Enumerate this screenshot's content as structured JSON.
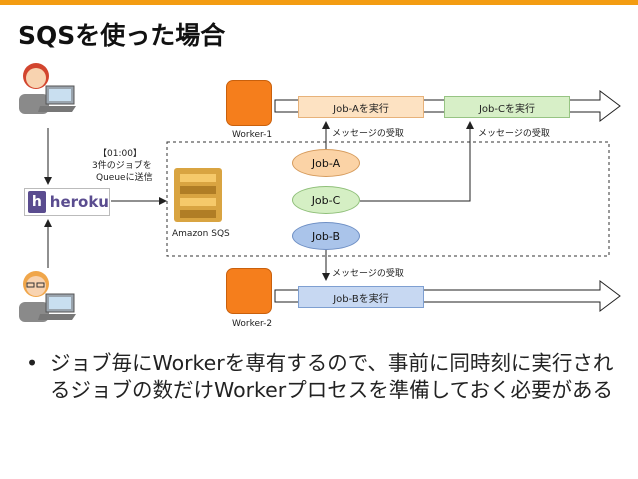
{
  "title": "SQSを使った場合",
  "heroku_label": "heroku",
  "sqs_label": "Amazon SQS",
  "send_note": {
    "line1": "【01:00】",
    "line2": "3件のジョブを",
    "line3": "Queueに送信"
  },
  "workers": [
    {
      "name": "Worker-1"
    },
    {
      "name": "Worker-2"
    }
  ],
  "tasks": {
    "job_a_exec": "Job-Aを実行",
    "job_c_exec": "Job-Cを実行",
    "job_b_exec": "Job-Bを実行"
  },
  "receive_labels": [
    "メッセージの受取",
    "メッセージの受取",
    "メッセージの受取"
  ],
  "queue_jobs": [
    {
      "label": "Job-A",
      "color": "#fbd3a6"
    },
    {
      "label": "Job-C",
      "color": "#d5efc4"
    },
    {
      "label": "Job-B",
      "color": "#aac4ea"
    }
  ],
  "bullet": "ジョブ毎にWorkerを専有するので、事前に同時刻に実行されるジョブの数だけWorkerプロセスを準備しておく必要がある",
  "colors": {
    "accent": "#f39c12",
    "worker": "#f57e1c",
    "task_orange": "#fde2c2",
    "task_green": "#d7efc7",
    "task_blue": "#c7d8f2"
  }
}
